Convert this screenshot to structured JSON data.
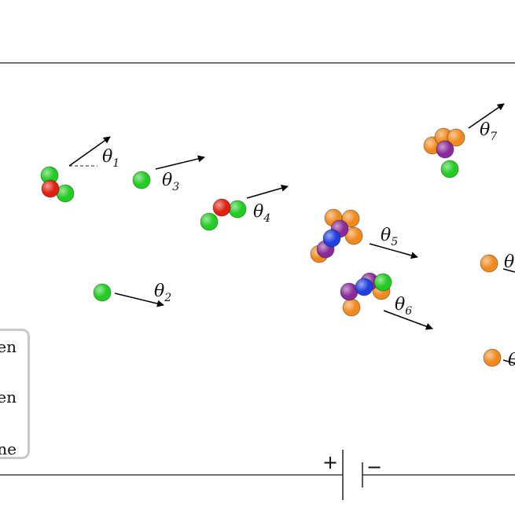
{
  "colors": {
    "green": "#22cc22",
    "red": "#e02010",
    "orange": "#f08a1e",
    "purple": "#8a2a9a",
    "blue": "#1f3fe0",
    "line": "#333333",
    "arrow": "#000000"
  },
  "angles": [
    {
      "label": "θ",
      "sub": "1"
    },
    {
      "label": "θ",
      "sub": "2"
    },
    {
      "label": "θ",
      "sub": "3"
    },
    {
      "label": "θ",
      "sub": "4"
    },
    {
      "label": "θ",
      "sub": "5"
    },
    {
      "label": "θ",
      "sub": "6"
    },
    {
      "label": "θ",
      "sub": "7"
    }
  ],
  "edge_labels": {
    "upper": "θ",
    "lower": "θ"
  },
  "legend": {
    "items": [
      "en",
      "",
      "gen",
      "",
      "ne"
    ]
  },
  "circuit": {
    "plus": "+",
    "minus": "−"
  }
}
